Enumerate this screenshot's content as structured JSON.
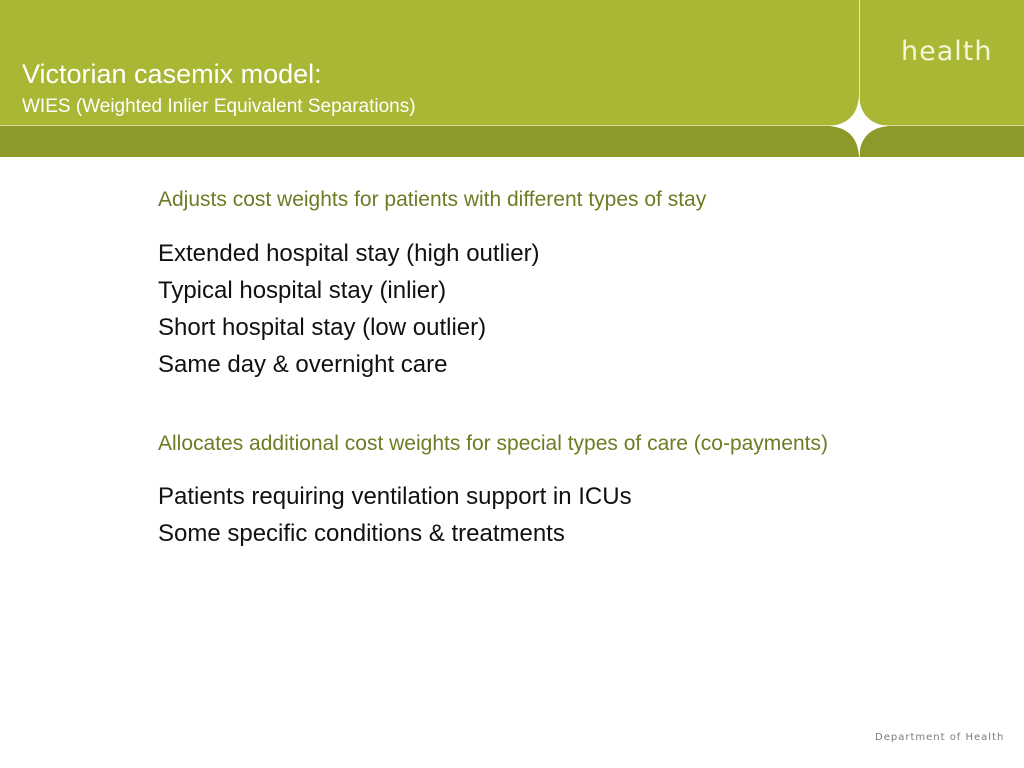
{
  "header": {
    "title": "Victorian casemix model:",
    "subtitle": "WIES (Weighted Inlier Equivalent Separations)",
    "brand": "health"
  },
  "colors": {
    "header_green": "#a9b735",
    "band_green": "#8d9a2a",
    "heading_green": "#6b7d24"
  },
  "sections": [
    {
      "heading": "Adjusts cost weights for patients with different types of stay",
      "items": [
        "Extended hospital stay (high outlier)",
        "Typical hospital stay (inlier)",
        "Short hospital stay (low outlier)",
        "Same day & overnight care"
      ]
    },
    {
      "heading": "Allocates additional cost weights for special types of care (co-payments)",
      "items": [
        "Patients requiring ventilation support in ICUs",
        "Some specific conditions & treatments"
      ]
    }
  ],
  "footer": {
    "brand": "Department of Health"
  }
}
